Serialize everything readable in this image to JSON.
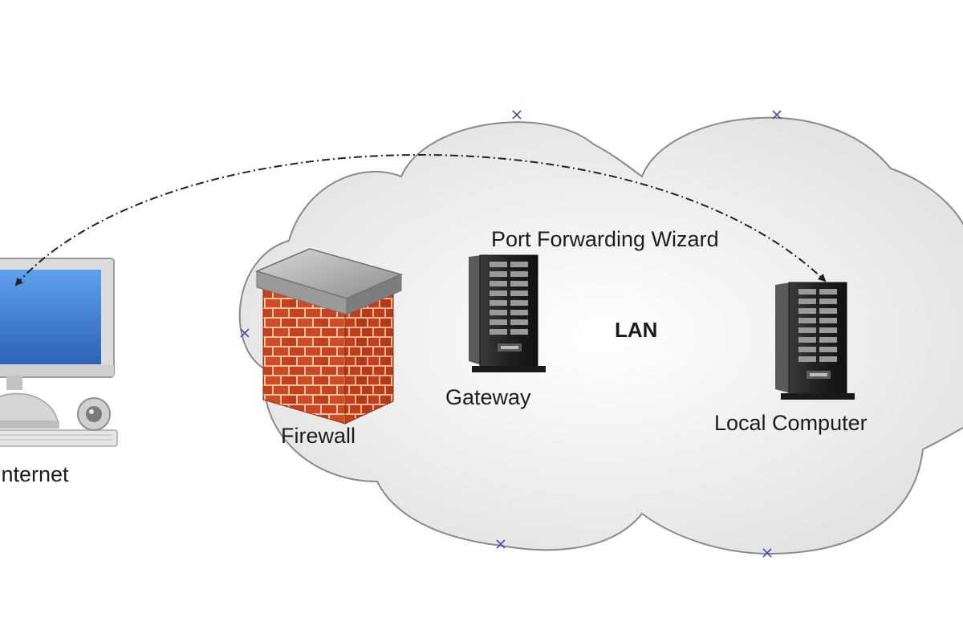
{
  "diagram": {
    "network_label": "LAN",
    "nodes": {
      "internet": {
        "label": "Internet",
        "icon": "desktop-computer-icon"
      },
      "firewall": {
        "label": "Firewall",
        "icon": "brick-firewall-icon"
      },
      "gateway": {
        "label": "Gateway",
        "icon": "server-tower-icon"
      },
      "wizard": {
        "label": "Port Forwarding Wizard"
      },
      "local_computer": {
        "label": "Local Computer",
        "icon": "server-tower-icon"
      }
    },
    "connection": {
      "from": "internet",
      "to": "local_computer",
      "style": "dash-dot",
      "arrows": "both"
    }
  },
  "colors": {
    "cloud_fill": "#e6e6e6",
    "cloud_stroke": "#8a8a8a",
    "brick": "#c8401e",
    "mortar": "#f2c9a8",
    "server": "#2a2a2a",
    "monitor_screen": "#3f7fd6",
    "handle_marker": "#4b4ba8"
  }
}
